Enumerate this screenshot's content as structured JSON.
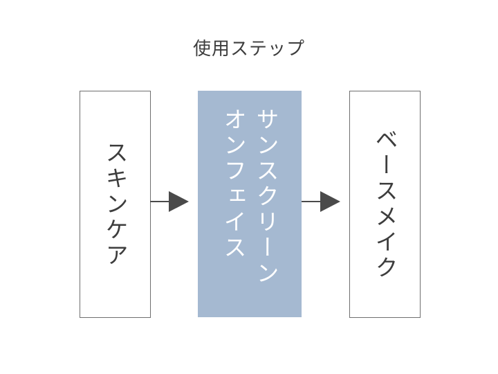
{
  "diagram": {
    "title": "使用ステップ",
    "type": "process-flow",
    "orientation": "horizontal-left-to-right",
    "text_direction": "vertical-rl",
    "colors": {
      "background": "#ffffff",
      "box_border": "#6e6e6e",
      "box_fill_default": "#ffffff",
      "box_fill_highlight": "#a5b9d1",
      "text_dark": "#3d3d3d",
      "text_light": "#ffffff",
      "arrow": "#4a4a4a"
    },
    "steps": [
      {
        "id": "step-1",
        "label": "スキンケア",
        "lines": [
          "スキンケア"
        ],
        "highlighted": false
      },
      {
        "id": "step-2",
        "label": "サンスクリーン オンフェイス",
        "lines": [
          "サンスクリーン",
          "オンフェイス"
        ],
        "highlighted": true
      },
      {
        "id": "step-3",
        "label": "ベースメイク",
        "lines": [
          "ベースメイク"
        ],
        "highlighted": false
      }
    ],
    "connectors": [
      {
        "id": "arrow-1",
        "from": "step-1",
        "to": "step-2",
        "glyph": "arrow-right-icon"
      },
      {
        "id": "arrow-2",
        "from": "step-2",
        "to": "step-3",
        "glyph": "arrow-right-icon"
      }
    ]
  }
}
